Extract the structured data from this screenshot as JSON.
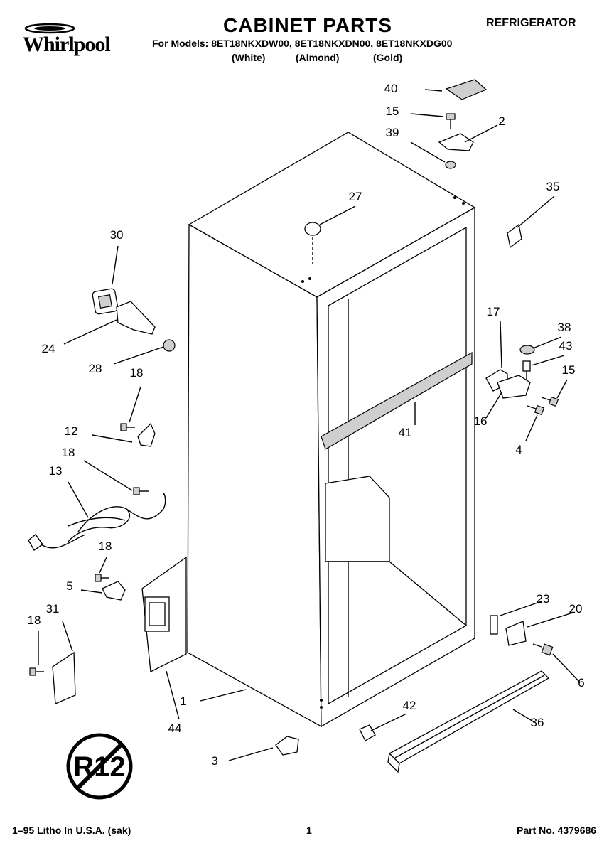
{
  "header": {
    "brand": "Whirlpool",
    "title": "CABINET PARTS",
    "category": "REFRIGERATOR",
    "models_line": "For Models: 8ET18NKXDW00, 8ET18NKXDN00, 8ET18NKXDG00",
    "colors": [
      "(White)",
      "(Almond)",
      "(Gold)"
    ]
  },
  "callouts": [
    {
      "id": "40",
      "part": "part-40"
    },
    {
      "id": "15",
      "part": "part-15-top"
    },
    {
      "id": "2",
      "part": "part-2"
    },
    {
      "id": "39",
      "part": "part-39"
    },
    {
      "id": "35",
      "part": "part-35"
    },
    {
      "id": "27",
      "part": "part-27"
    },
    {
      "id": "30",
      "part": "part-30"
    },
    {
      "id": "24",
      "part": "part-24"
    },
    {
      "id": "28",
      "part": "part-28"
    },
    {
      "id": "18",
      "part": "part-18-a"
    },
    {
      "id": "12",
      "part": "part-12"
    },
    {
      "id": "18",
      "part": "part-18-b"
    },
    {
      "id": "13",
      "part": "part-13"
    },
    {
      "id": "18",
      "part": "part-18-c"
    },
    {
      "id": "5",
      "part": "part-5"
    },
    {
      "id": "31",
      "part": "part-31"
    },
    {
      "id": "18",
      "part": "part-18-d"
    },
    {
      "id": "17",
      "part": "part-17"
    },
    {
      "id": "38",
      "part": "part-38"
    },
    {
      "id": "43",
      "part": "part-43"
    },
    {
      "id": "15",
      "part": "part-15-side"
    },
    {
      "id": "16",
      "part": "part-16"
    },
    {
      "id": "4",
      "part": "part-4"
    },
    {
      "id": "41",
      "part": "part-41"
    },
    {
      "id": "23",
      "part": "part-23"
    },
    {
      "id": "20",
      "part": "part-20"
    },
    {
      "id": "6",
      "part": "part-6"
    },
    {
      "id": "1",
      "part": "part-1"
    },
    {
      "id": "44",
      "part": "part-44"
    },
    {
      "id": "42",
      "part": "part-42"
    },
    {
      "id": "36",
      "part": "part-36"
    },
    {
      "id": "3",
      "part": "part-3"
    }
  ],
  "badge": {
    "text": "R12"
  },
  "footer": {
    "left": "1–95 Litho In U.S.A. (sak)",
    "page": "1",
    "part_no": "Part No. 4379686"
  }
}
